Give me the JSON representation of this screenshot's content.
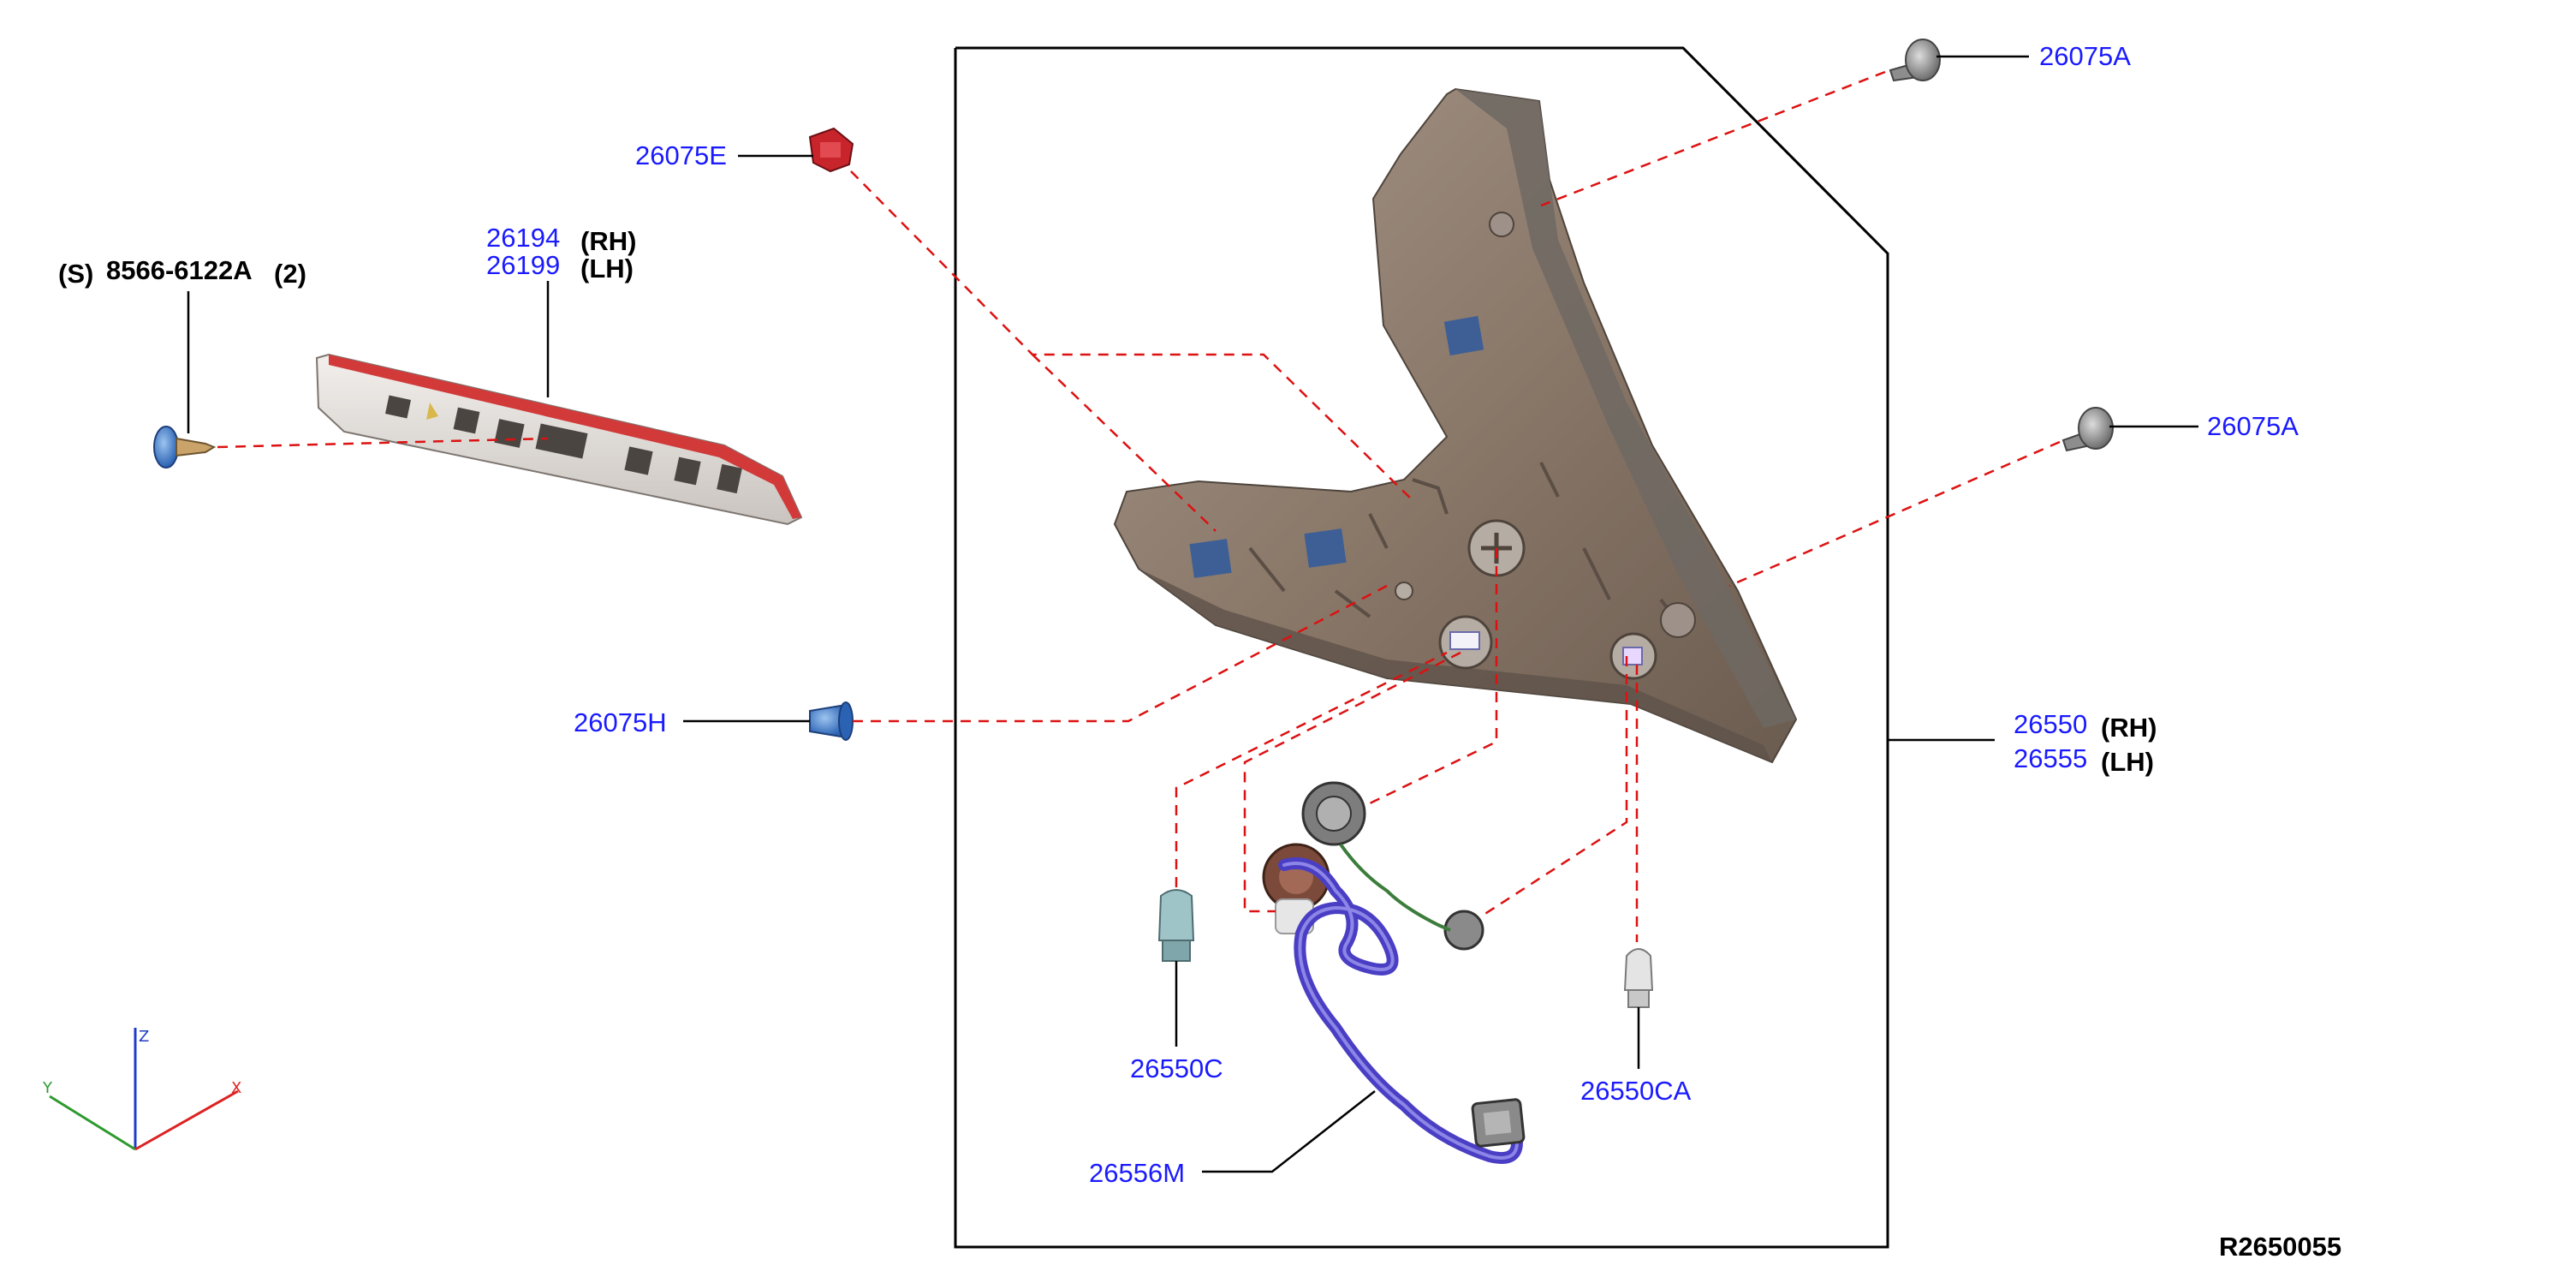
{
  "diagram": {
    "reference_code": "R2650055",
    "labels": {
      "screw_prefix": "(S)",
      "screw_part": "8566-6122A",
      "screw_qty": "(2)",
      "reflector_rh": "26194",
      "reflector_rh_side": "(RH)",
      "reflector_lh": "26199",
      "reflector_lh_side": "(LH)",
      "clip_e": "26075E",
      "grommet_h": "26075H",
      "screw_a_top": "26075A",
      "screw_a_mid": "26075A",
      "lamp_rh": "26550",
      "lamp_rh_side": "(RH)",
      "lamp_lh": "26555",
      "lamp_lh_side": "(LH)",
      "bulb_c": "26550C",
      "bulb_ca": "26550CA",
      "harness_m": "26556M"
    },
    "axes": {
      "x": "X",
      "y": "Y",
      "z": "Z"
    },
    "colors": {
      "part_number": "#1a1aff",
      "leader_line": "#000000",
      "dashed_line": "#dd1111",
      "housing": "#8f7d6e",
      "harness": "#4a3fc4",
      "reflector_lens": "#d23a3a"
    }
  }
}
